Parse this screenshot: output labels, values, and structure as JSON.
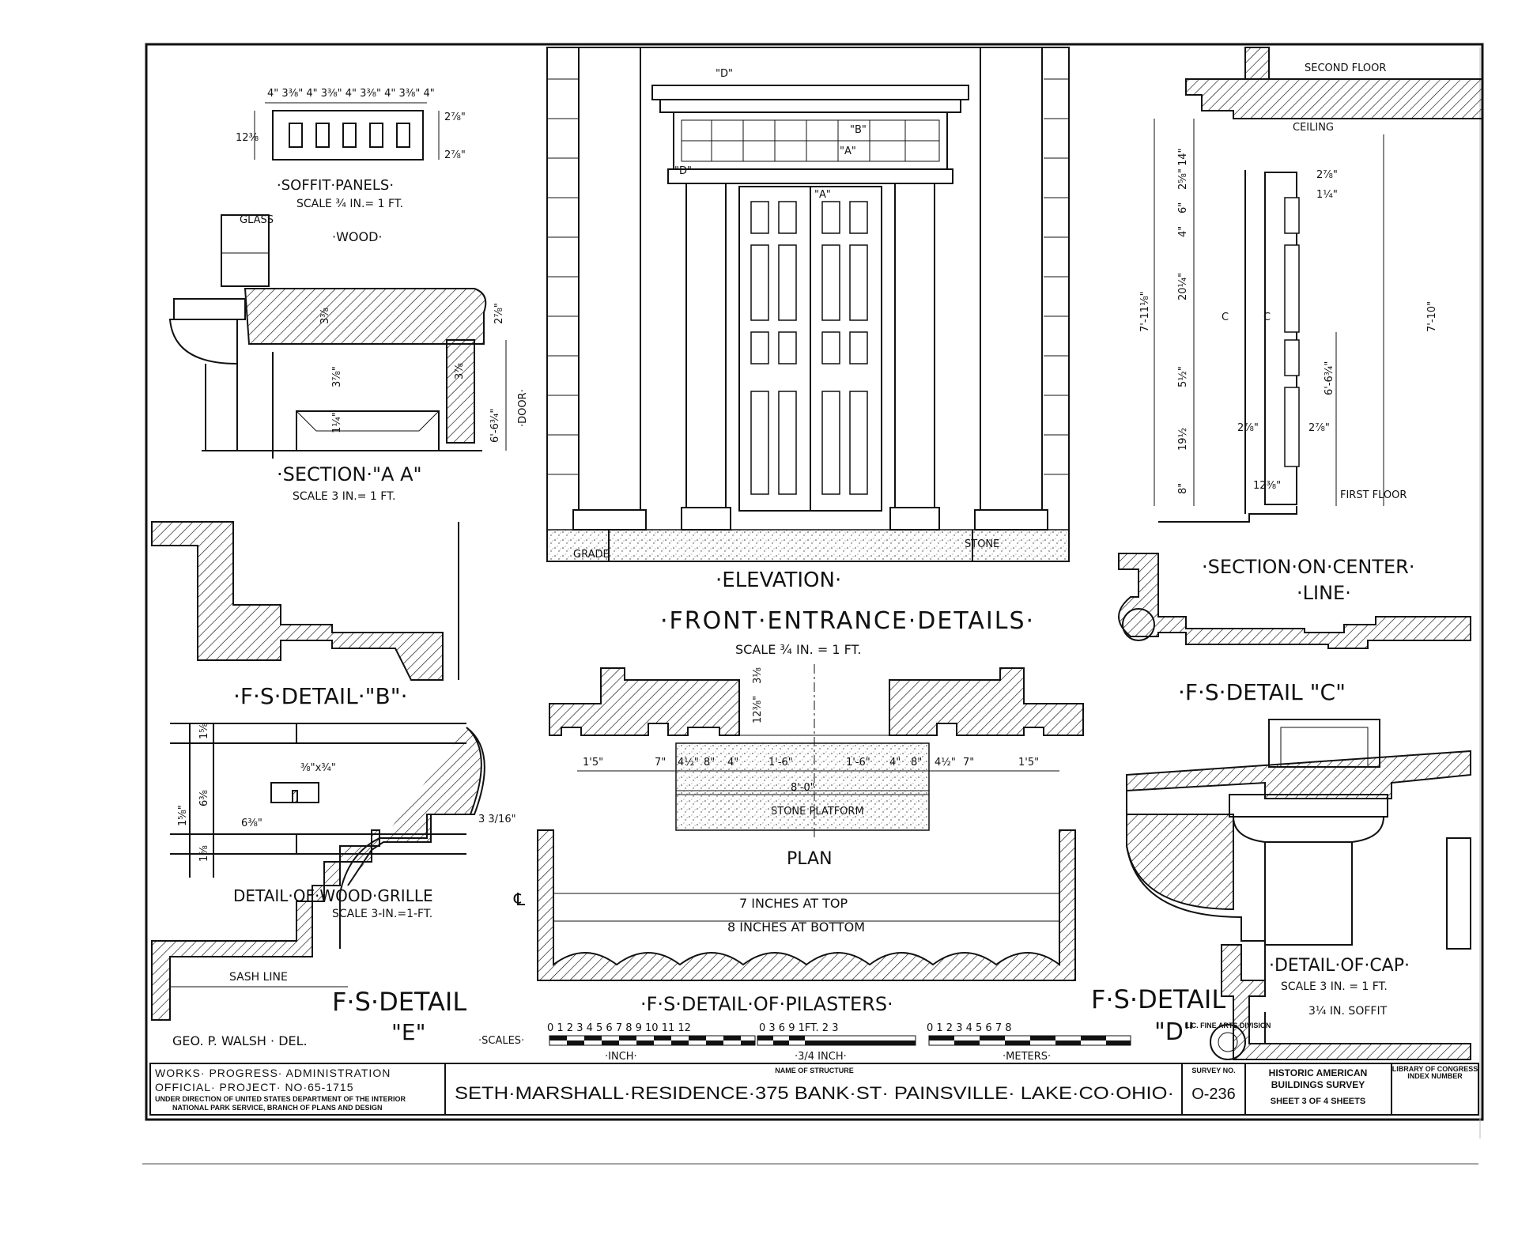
{
  "soffit": {
    "top_dims": "4\" 3⅜\" 4\" 3⅜\" 4\" 3⅜\" 4\" 3⅜\" 4\"",
    "height": "12⅜",
    "d1": "2⅞\"",
    "d2": "2⅞\"",
    "title": "·SOFFIT·PANELS·",
    "scale": "SCALE ¾ IN.= 1 FT."
  },
  "section_aa": {
    "glass": "GLASS",
    "wood": "·WOOD·",
    "d1": "3⅜",
    "d2": "3⅞\"",
    "d3": "2⅞\"",
    "d4": "3⅞",
    "d5": "1¼\"",
    "d6": "6'-6¾\"",
    "door": "·DOOR·",
    "title": "·SECTION·\"A A\"",
    "scale": "SCALE 3 IN.= 1 FT."
  },
  "elevation": {
    "mark_d_top": "\"D\"",
    "mark_b": "\"B\"",
    "mark_a1": "\"A\"",
    "mark_a2": "\"A\"",
    "mark_d_side": "\"D\"",
    "grade": "GRADE",
    "stone": "STONE",
    "title": "·ELEVATION·"
  },
  "main_title": {
    "title": "·FRONT·ENTRANCE·DETAILS·",
    "scale": "SCALE ¾ IN. = 1 FT."
  },
  "section_center": {
    "second_floor": "SECOND FLOOR",
    "ceiling": "CEILING",
    "first_floor": "FIRST FLOOR",
    "d_total": "7'-11⅛\"",
    "d_right": "7'-10\"",
    "d_door": "6'-6¾\"",
    "d_14": "14\"",
    "d_25": "2⅝\"",
    "d_6": "6\"",
    "d_4": "4\"",
    "d_20": "20¼\"",
    "d_51": "5½\"",
    "d_19": "19½",
    "d_8": "8\"",
    "d_278a": "2⅞\"",
    "d_278b": "2⅞\"",
    "d_14b": "1¼\"",
    "d_278c": "2⅞\"",
    "d_1238": "12⅜\"",
    "mark_c1": "C",
    "mark_c2": "C",
    "title1": "·SECTION·ON·CENTER·",
    "title2": "·LINE·"
  },
  "detail_b": {
    "title": "·F·S·DETAIL·\"B\"·",
    "d1": "1⅝",
    "d2": "⅜\"x¾\"",
    "d3": "6⅜",
    "d4": "6⅜\"",
    "d5": "1⅝\"",
    "d6": "1⅝",
    "d7": "3 3/16\"",
    "grille_title": "DETAIL·OF·WOOD·GRILLE",
    "grille_scale": "SCALE 3-IN.=1-FT.",
    "cl": "℄"
  },
  "plan": {
    "dims": [
      "1'5\"",
      "7\"",
      "4½\"",
      "8\"",
      "4\"",
      "1'-6\"",
      "1'-6\"",
      "4\"",
      "8\"",
      "4½\"",
      "7\"",
      "1'5\""
    ],
    "total": "8'-0\"",
    "depth": "12⅜\"",
    "small": "3⅛",
    "platform": "STONE PLATFORM",
    "title": "PLAN"
  },
  "pilasters": {
    "top": "7 INCHES AT TOP",
    "bottom": "8 INCHES AT BOTTOM",
    "title": "·F·S·DETAIL·OF·PILASTERS·"
  },
  "detail_c": {
    "title": "·F·S·DETAIL \"C\"",
    "cap_title": "·DETAIL·OF·CAP·",
    "cap_scale": "SCALE 3 IN. = 1 FT.",
    "soffit": "3¼ IN. SOFFIT"
  },
  "detail_e": {
    "sash": "SASH LINE",
    "title1": "F·S·DETAIL",
    "title2": "\"E\"",
    "delineator": "GEO. P. WALSH · DEL."
  },
  "detail_d": {
    "title1": "F·S·DETAIL",
    "title2": "\"D\""
  },
  "scales": {
    "label": "·SCALES·",
    "inch_nums": "0 1 2 3 4 5 6 7 8 9 10 11 12",
    "threequarter_nums": "0 3 6 9 1FT. 2 3",
    "meter_nums": "0 1 2 3 4 5 6 7 8",
    "inch_label": "·INCH·",
    "threequarter_label": "·3/4 INCH·",
    "meters_label": "·METERS·"
  },
  "stamp": {
    "text": "L.C. FINE ARTS DIVISION"
  },
  "title_block": {
    "wpa": "WORKS· PROGRESS· ADMINISTRATION",
    "project": "OFFICIAL· PROJECT· NO·65-1715",
    "dept1": "UNDER DIRECTION OF UNITED STATES DEPARTMENT OF THE INTERIOR",
    "dept2": "NATIONAL PARK SERVICE, BRANCH OF PLANS AND DESIGN",
    "name_label": "NAME OF STRUCTURE",
    "name": "SETH·MARSHALL·RESIDENCE·375 BANK·ST· PAINSVILLE· LAKE·CO·OHIO·",
    "survey_label": "SURVEY NO.",
    "survey_no": "O-236",
    "habs1": "HISTORIC AMERICAN",
    "habs2": "BUILDINGS SURVEY",
    "sheet": "SHEET 3 OF 4 SHEETS",
    "loc1": "LIBRARY OF CONGRESS",
    "loc2": "INDEX NUMBER"
  }
}
